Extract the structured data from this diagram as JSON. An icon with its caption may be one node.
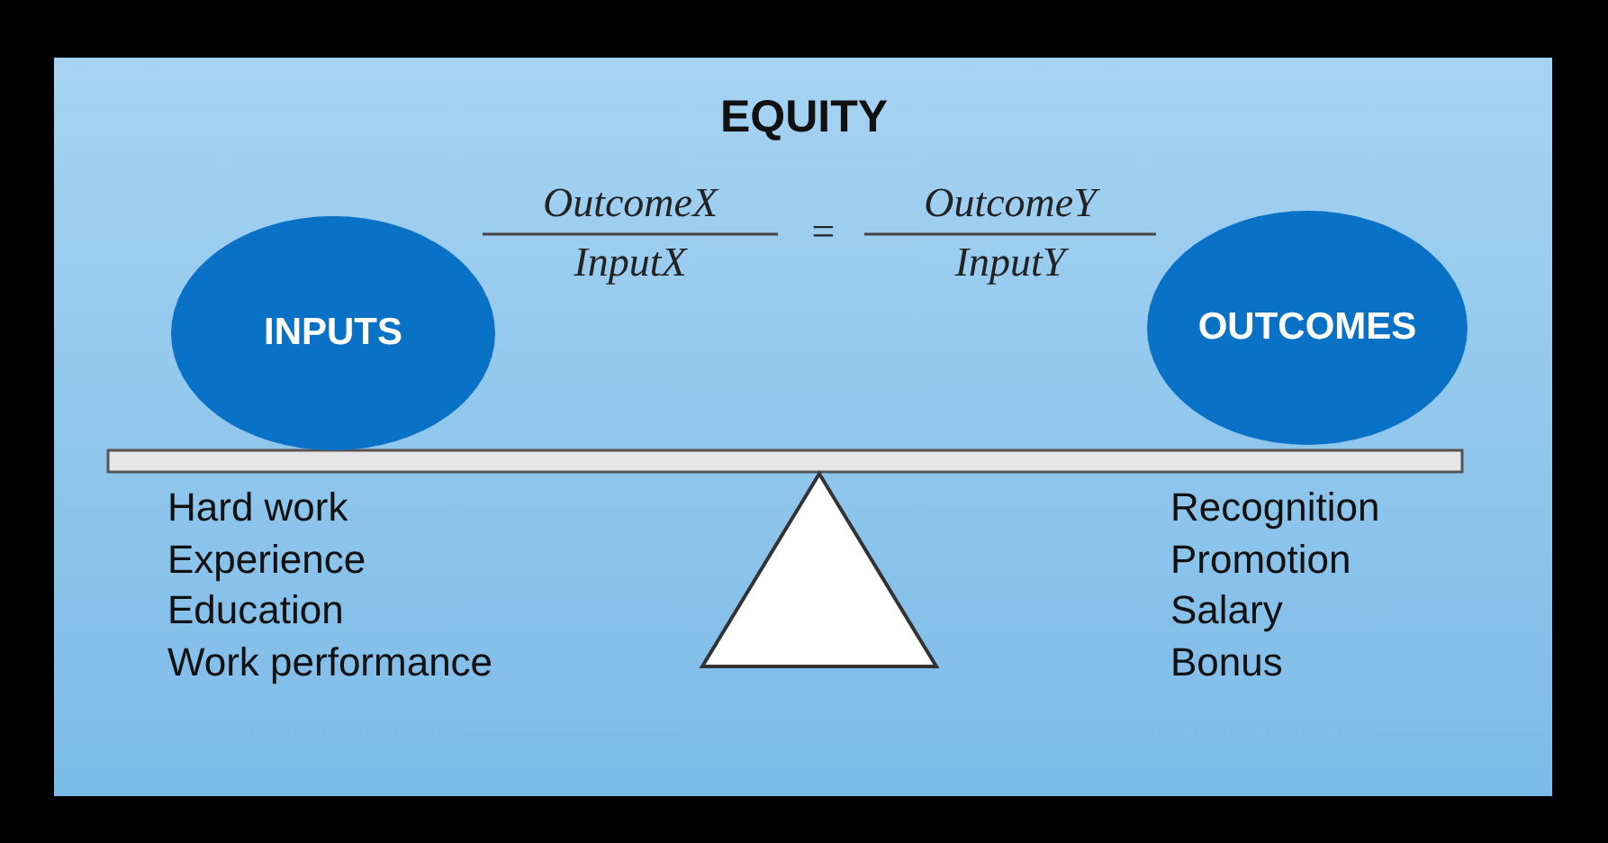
{
  "diagram": {
    "title": "EQUITY",
    "nodes": [
      {
        "text": [
          "INPUTS"
        ]
      },
      {
        "text": [
          "OUTCOMES"
        ]
      }
    ],
    "labels": [
      "OutcomeX",
      "InputX",
      "=",
      "OutcomeY",
      "InputY",
      "Hard work",
      "Experience",
      "Education",
      "Work performance",
      "Recognition",
      "Promotion",
      "Salary",
      "Bonus"
    ]
  }
}
